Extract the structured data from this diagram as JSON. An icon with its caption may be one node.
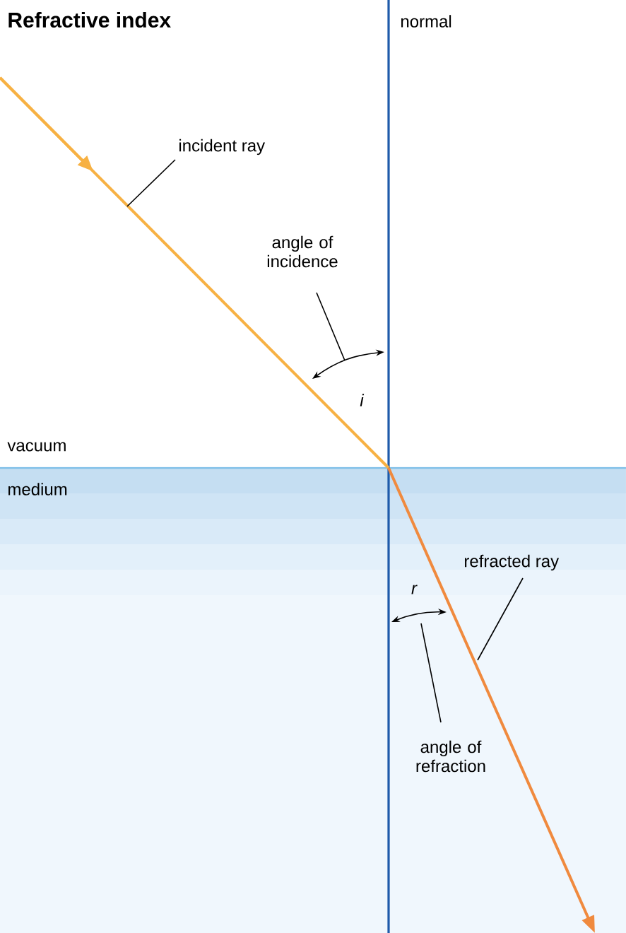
{
  "diagram": {
    "title": "Refractive index",
    "nodes": [
      {
        "text": [
          "incident ray"
        ]
      },
      {
        "text": [
          "angle of incidence"
        ]
      },
      {
        "text": [
          "refracted ray"
        ]
      },
      {
        "text": [
          "angle of refraction"
        ]
      }
    ],
    "edges": [
      {
        "from": 0,
        "to": null,
        "arrow": "none"
      },
      {
        "from": 1,
        "to": null,
        "arrow": "none"
      },
      {
        "from": 2,
        "to": null,
        "arrow": "none"
      },
      {
        "from": 3,
        "to": null,
        "arrow": "none"
      }
    ],
    "labels": [
      "normal",
      "vacuum",
      "medium",
      "i",
      "r"
    ]
  }
}
